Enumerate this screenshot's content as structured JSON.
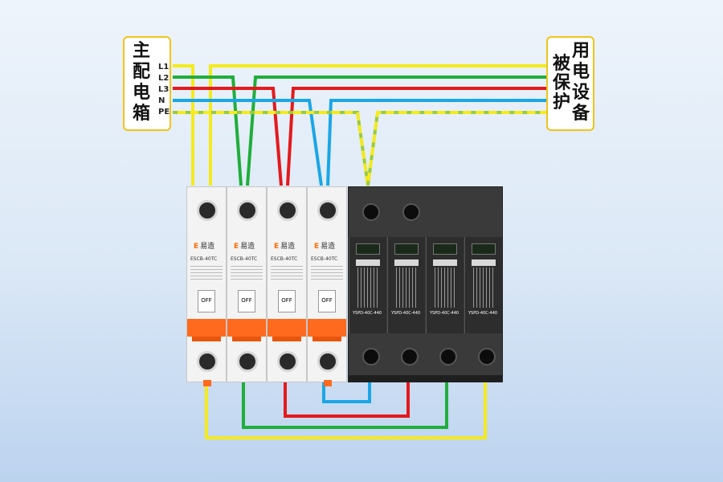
{
  "source_panel": {
    "chars": [
      "主",
      "配",
      "电",
      "箱"
    ],
    "lines": [
      "L1",
      "L2",
      "L3",
      "N",
      "PE"
    ]
  },
  "load_panel": {
    "col1": [
      "被",
      "保",
      "护"
    ],
    "col2": [
      "用",
      "电",
      "设",
      "备"
    ]
  },
  "breakers": [
    {
      "brand": "易造",
      "model": "ESCB-40TC",
      "toggle": "OFF"
    },
    {
      "brand": "易造",
      "model": "ESCB-40TC",
      "toggle": "OFF"
    },
    {
      "brand": "易造",
      "model": "ESCB-40TC",
      "toggle": "OFF"
    },
    {
      "brand": "易造",
      "model": "ESCB-40TC",
      "toggle": "OFF"
    }
  ],
  "spd": {
    "model": "YSPD-40C-440"
  },
  "wire_colors": {
    "L1": "#f5ea1c",
    "L2": "#1fae3a",
    "L3": "#e4191c",
    "N": "#1aa6e8",
    "PE": "#9acb43"
  }
}
